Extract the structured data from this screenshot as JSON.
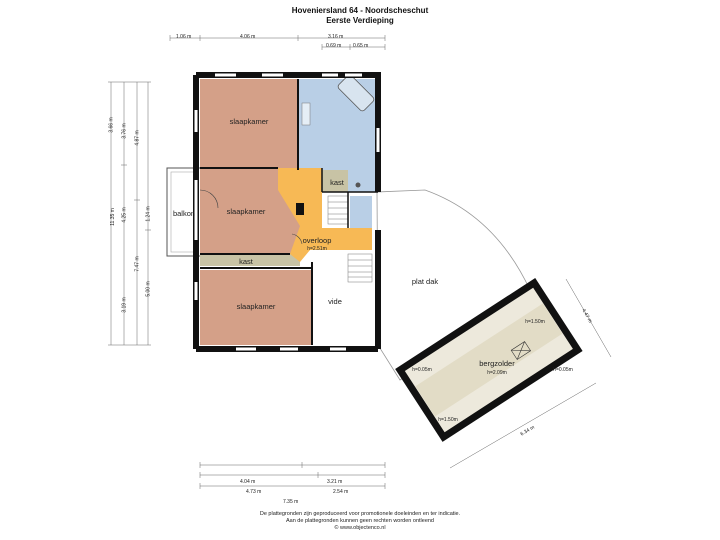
{
  "title": {
    "line1": "Hoveniersland 64 - Noordscheschut",
    "line2": "Eerste Verdieping"
  },
  "rooms": {
    "slaapkamer_top": "slaapkamer",
    "slaapkamer_mid": "slaapkamer",
    "slaapkamer_bottom": "slaapkamer",
    "kast_upper": "kast",
    "kast_lower": "kast",
    "balkon": "balkon",
    "overloop": "overloop",
    "overloop_height": "h=2.51m",
    "vide": "vide",
    "plat_dak": "plat dak",
    "bergzolder": "bergzolder",
    "bergzolder_height": "h=2.09m",
    "h_top": "h=1.50m",
    "h_left": "h=0.05m",
    "h_right": "h=0.05m",
    "h_bottom": "h=1.50m"
  },
  "dimensions": {
    "top": [
      "1.06 m",
      "4.06 m",
      "3.16 m",
      "0.69 m",
      "0.65 m"
    ],
    "bottom": [
      "4.04 m",
      "3.21 m",
      "4.73 m",
      "2.54 m",
      "7.35 m"
    ],
    "left": [
      "3.66 m",
      "3.76 m",
      "4.87 m",
      "1.24 m",
      "11.35 m",
      "4.25 m",
      "7.47 m",
      "5.00 m",
      "3.19 m"
    ],
    "right_top": "4.47 m",
    "right_bottom": "6.34 m"
  },
  "footer": {
    "line1": "De plattegronden zijn geproduceerd voor promotionele doeleinden en ter indicatie.",
    "line2": "Aan de plattegronden kunnen geen rechten worden ontleend",
    "line3": "© www.objectenco.nl"
  },
  "colors": {
    "bedroom": "#d4a088",
    "bathroom": "#b9cfe6",
    "hallway": "#f7b955",
    "kast": "#c8c3a5",
    "wall": "#111111",
    "roof": "#ffffff",
    "attic": "#ede9dc"
  }
}
